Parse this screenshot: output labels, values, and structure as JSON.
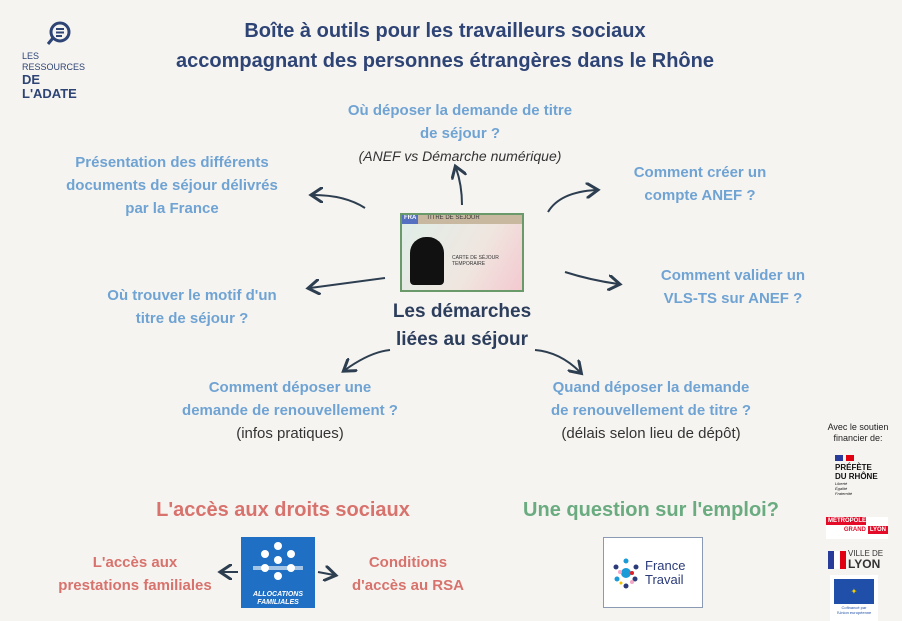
{
  "logo": {
    "line1": "LES RESSOURCES",
    "line2": "DE L'ADATE"
  },
  "title": {
    "line1": "Boîte à outils pour les travailleurs sociaux",
    "line2": "accompagnant des personnes étrangères dans le Rhône"
  },
  "center": {
    "line1": "Les démarches",
    "line2": "liées au séjour"
  },
  "card": {
    "country": "FRA",
    "label": "TITRE DE SÉJOUR",
    "type": "CARTE DE SÉJOUR TEMPORAIRE"
  },
  "topics": [
    {
      "lines": [
        "Où déposer la demande de titre",
        "de séjour ?"
      ],
      "note": "(ANEF vs Démarche numérique)"
    },
    {
      "lines": [
        "Présentation des différents",
        "documents de séjour délivrés",
        "par la France"
      ]
    },
    {
      "lines": [
        "Comment créer un",
        "compte ANEF ?"
      ]
    },
    {
      "lines": [
        "Où trouver le motif d'un",
        "titre de séjour ?"
      ]
    },
    {
      "lines": [
        "Comment valider un",
        "VLS-TS sur ANEF ?"
      ]
    },
    {
      "lines": [
        "Comment déposer une",
        "demande de renouvellement ?"
      ],
      "note": "(infos pratiques)"
    },
    {
      "lines": [
        "Quand déposer la demande",
        "de renouvellement de titre ?"
      ],
      "note": "(délais selon lieu de dépôt)"
    }
  ],
  "social": {
    "title": "L'accès aux droits sociaux",
    "left": [
      "L'accès aux",
      "prestations familiales"
    ],
    "right": [
      "Conditions",
      "d'accès au RSA"
    ],
    "caf": [
      "ALLOCATIONS",
      "FAMILIALES"
    ]
  },
  "emploi": {
    "title": "Une question sur l'emploi?",
    "logo": [
      "France",
      "Travail"
    ]
  },
  "sponsors": {
    "intro": [
      "Avec le soutien",
      "financier de:"
    ],
    "prefecture": [
      "PRÉFÈTE",
      "DU RHÔNE"
    ],
    "prefecture_motto": [
      "Liberté",
      "Égalité",
      "Fraternité"
    ],
    "metropole": [
      "MÉTROPOLE",
      "GRAND",
      "LYON"
    ],
    "ville": [
      "VILLE DE",
      "LYON"
    ],
    "eu": [
      "Cofinancé par",
      "l'Union européenne"
    ]
  },
  "colors": {
    "title": "#2e4475",
    "topic": "#6fa3d3",
    "social": "#d8726c",
    "emploi": "#6aab80"
  }
}
